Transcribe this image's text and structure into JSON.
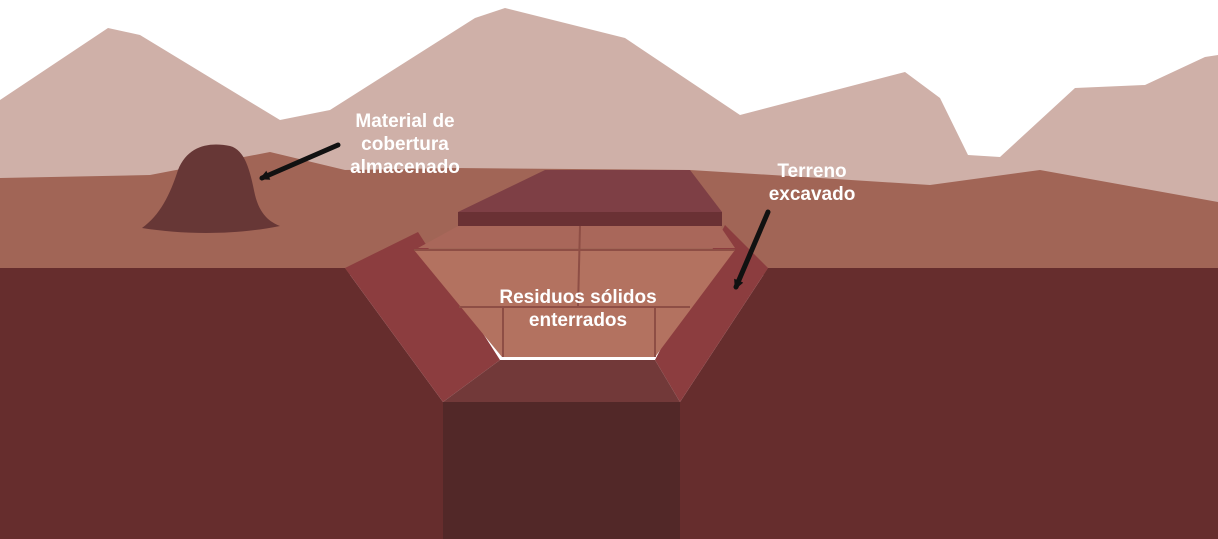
{
  "labels": {
    "cover_material": [
      "Material de",
      "cobertura",
      "almacenado"
    ],
    "excavated_terrain": [
      "Terreno",
      "excavado"
    ],
    "buried_waste": [
      "Residuos sólidos",
      "enterrados"
    ]
  },
  "colors": {
    "sky": "#ffffff",
    "mountains": "#CFB0A8",
    "ground_surface": "#A16556",
    "soil": "#662D2D",
    "stored_cover_pile": "#673736",
    "trench_wall": "#8C3D3F",
    "pit_bottom": "#522828",
    "top_cover_layer": "#7E3F45",
    "waste_cells": "#B37260",
    "label_text": "#ffffff",
    "arrow": "#111111"
  },
  "icons": {
    "arrow_to_cover_pile": "arrow-icon",
    "arrow_to_trench_wall": "arrow-icon"
  }
}
